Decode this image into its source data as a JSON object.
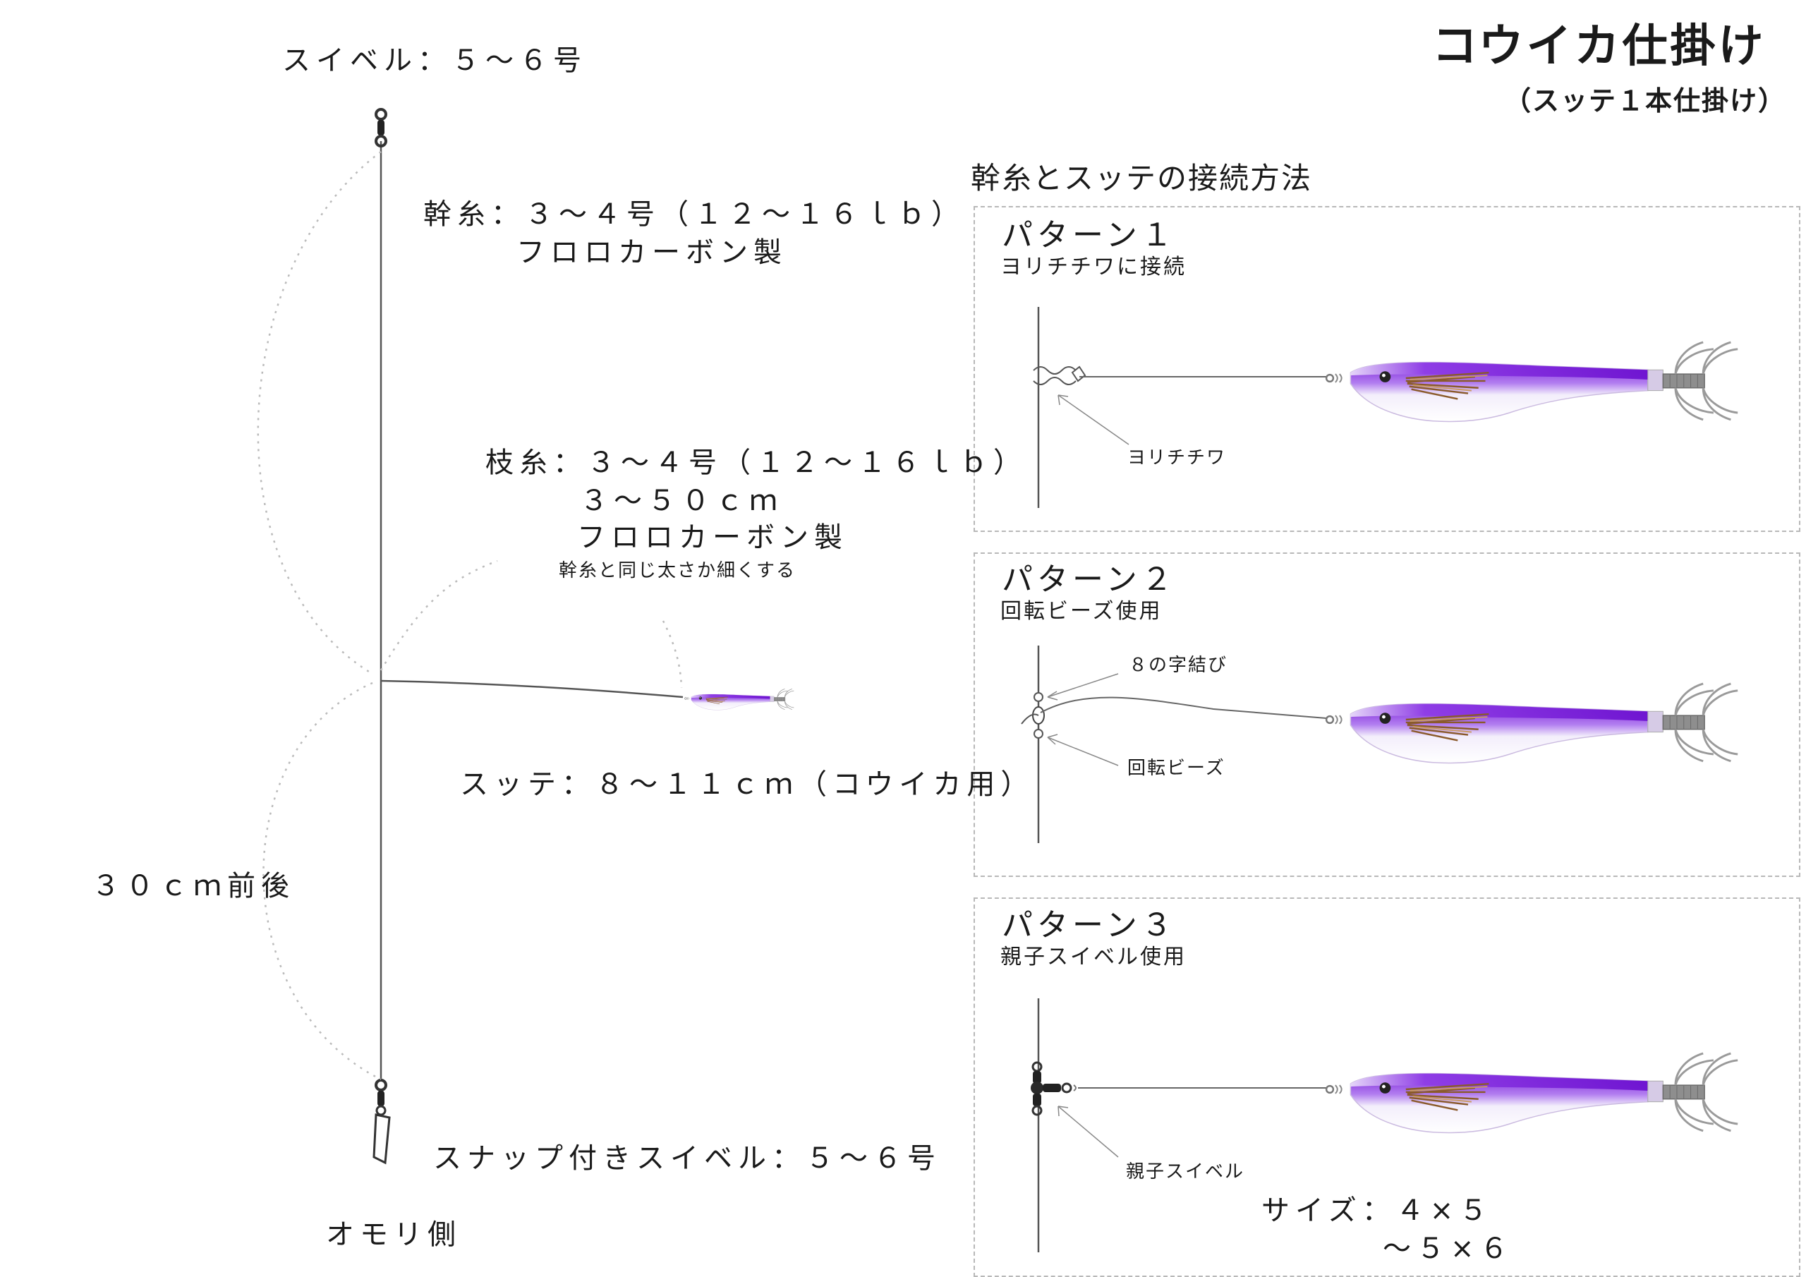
{
  "title": "コウイカ仕掛け",
  "subtitle": "（スッテ１本仕掛け）",
  "left": {
    "swivel": "スイベル：５〜６号",
    "mainline_1": "幹糸：３〜４号（１２〜１６ｌｂ）",
    "mainline_2": "フロロカーボン製",
    "branch_1": "枝糸：３〜４号（１２〜１６ｌｂ）",
    "branch_2": "３〜５０ｃｍ",
    "branch_3": "フロロカーボン製",
    "branch_note": "幹糸と同じ太さか細くする",
    "sutte": "スッテ：８〜１１ｃｍ（コウイカ用）",
    "length": "３０ｃｍ前後",
    "snap_swivel": "スナップ付きスイベル：５〜６号",
    "sinker_side": "オモリ側"
  },
  "right": {
    "section_title": "幹糸とスッテの接続方法",
    "patterns": [
      {
        "name": "パターン１",
        "desc": "ヨリチチワに接続",
        "callouts": [
          "ヨリチチワ"
        ]
      },
      {
        "name": "パターン２",
        "desc": "回転ビーズ使用",
        "callouts": [
          "８の字結び",
          "回転ビーズ"
        ]
      },
      {
        "name": "パターン３",
        "desc": "親子スイベル使用",
        "callouts": [
          "親子スイベル"
        ],
        "size_1": "サイズ：４×５",
        "size_2": "〜５×６"
      }
    ]
  },
  "colors": {
    "lure_purple": "#8a2be2",
    "lure_white": "#f4f0fb",
    "line_gray": "#555555",
    "dotted_guide": "#bbbbbb",
    "panel_border": "#b8b8b8"
  },
  "icons": [
    "swivel-icon",
    "snap-swivel-icon",
    "squid-jig-icon",
    "twisted-loop-icon",
    "swivel-bead-icon",
    "three-way-swivel-icon"
  ]
}
